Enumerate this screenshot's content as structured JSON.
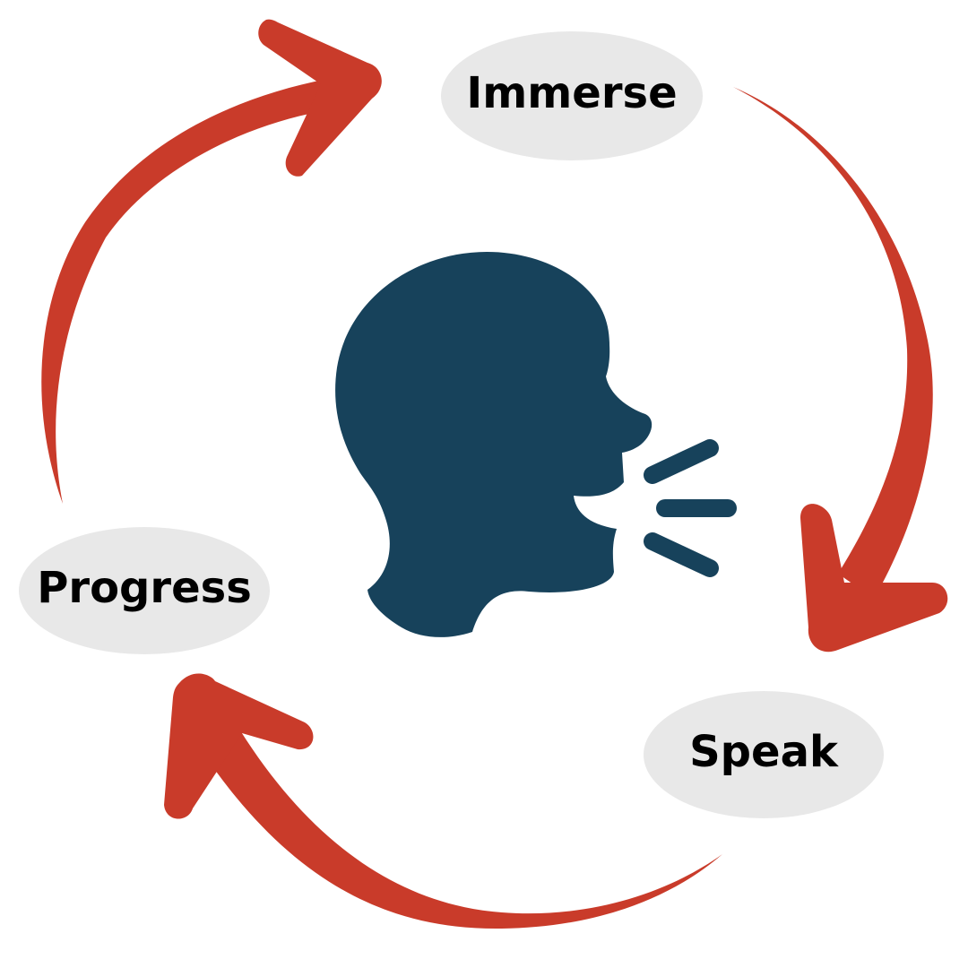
{
  "diagram": {
    "stages": [
      {
        "label": "Immerse"
      },
      {
        "label": "Speak"
      },
      {
        "label": "Progress"
      }
    ]
  },
  "colors": {
    "arrow": "#c93b2a",
    "head_icon": "#17425b",
    "label_bubble": "#e8e8e8",
    "label_text": "#000000",
    "background": "#ffffff"
  },
  "icons": {
    "center": "speaking-head-icon"
  }
}
